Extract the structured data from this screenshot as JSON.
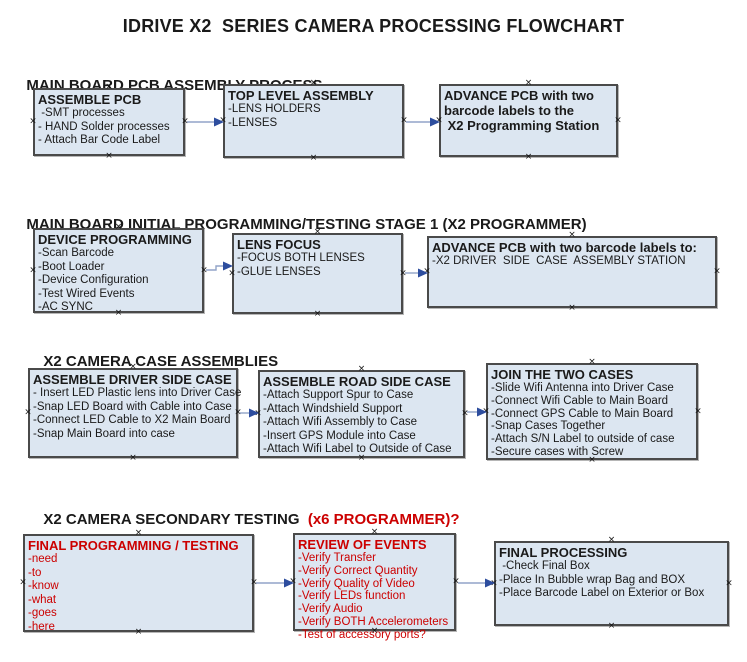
{
  "title": "IDRIVE X2  SERIES CAMERA PROCESSING FLOWCHART",
  "icons": {
    "connection_point": "×"
  },
  "colors": {
    "box_fill": "#dce6f1",
    "box_border": "#4a4a4a",
    "connector_line": "#92a4c8",
    "connector_arrow": "#2d4d9e",
    "red_text": "#cc0000",
    "text": "#1a1a1a"
  },
  "sections": [
    {
      "heading": "MAIN BOARD PCB ASSEMBLY PROCESS",
      "boxes": [
        {
          "title": "ASSEMBLE PCB",
          "items": [
            " -SMT processes",
            "- HAND Solder processes",
            "- Attach Bar Code Label"
          ]
        },
        {
          "title": "TOP LEVEL ASSEMBLY",
          "items": [
            "-LENS HOLDERS",
            "-LENSES"
          ]
        },
        {
          "title": "ADVANCE PCB with two\nbarcode labels to the\n X2 Programming Station",
          "items": []
        }
      ]
    },
    {
      "heading": "MAIN BOARD INITIAL PROGRAMMING/TESTING STAGE 1 (X2 PROGRAMMER)",
      "boxes": [
        {
          "title": "DEVICE PROGRAMMING",
          "items": [
            "-Scan Barcode",
            "-Boot Loader",
            "-Device Configuration",
            "-Test Wired Events",
            "-AC SYNC"
          ]
        },
        {
          "title": "LENS FOCUS",
          "items": [
            "-FOCUS BOTH LENSES",
            "-GLUE LENSES"
          ]
        },
        {
          "title": "ADVANCE PCB with two barcode labels to:",
          "items": [
            "-X2 DRIVER  SIDE  CASE  ASSEMBLY STATION"
          ]
        }
      ]
    },
    {
      "heading": "X2 CAMERA CASE ASSEMBLIES",
      "boxes": [
        {
          "title": "ASSEMBLE DRIVER SIDE CASE",
          "items": [
            "- Insert LED Plastic lens into Driver Case",
            "-Snap LED Board with Cable into Case",
            "-Connect LED Cable to X2 Main Board",
            "-Snap Main Board into case"
          ]
        },
        {
          "title": "ASSEMBLE ROAD SIDE CASE",
          "items": [
            "-Attach Support Spur to Case",
            "-Attach Windshield Support",
            "-Attach Wifi Assembly to Case",
            "-Insert GPS Module into Case",
            "-Attach Wifi Label to Outside of Case"
          ]
        },
        {
          "title": "JOIN THE TWO CASES",
          "items": [
            "-Slide Wifi Antenna into Driver Case",
            "-Connect Wifi Cable to Main Board",
            "-Connect GPS Cable to Main Board",
            "-Snap Cases Together",
            "-Attach S/N Label to outside of case",
            "-Secure cases with Screw"
          ]
        }
      ]
    },
    {
      "heading": "X2 CAMERA SECONDARY TESTING",
      "heading_suffix": "  (x6 PROGRAMMER)?",
      "boxes": [
        {
          "title": "FINAL PROGRAMMING / TESTING",
          "items": [
            "-need",
            "-to",
            "-know",
            "-what",
            "-goes",
            "-here"
          ]
        },
        {
          "title": "REVIEW OF EVENTS",
          "items": [
            "-Verify Transfer",
            "-Verify Correct Quantity",
            "-Verify Quality of Video",
            "-Verify LEDs function",
            "-Verify Audio",
            "-Verify BOTH Accelerometers",
            "-Test of accessory ports?"
          ]
        },
        {
          "title": "FINAL PROCESSING",
          "items": [
            " -Check Final Box",
            "-Place In Bubble wrap Bag and BOX",
            "-Place Barcode Label on Exterior or Box"
          ]
        }
      ]
    }
  ]
}
